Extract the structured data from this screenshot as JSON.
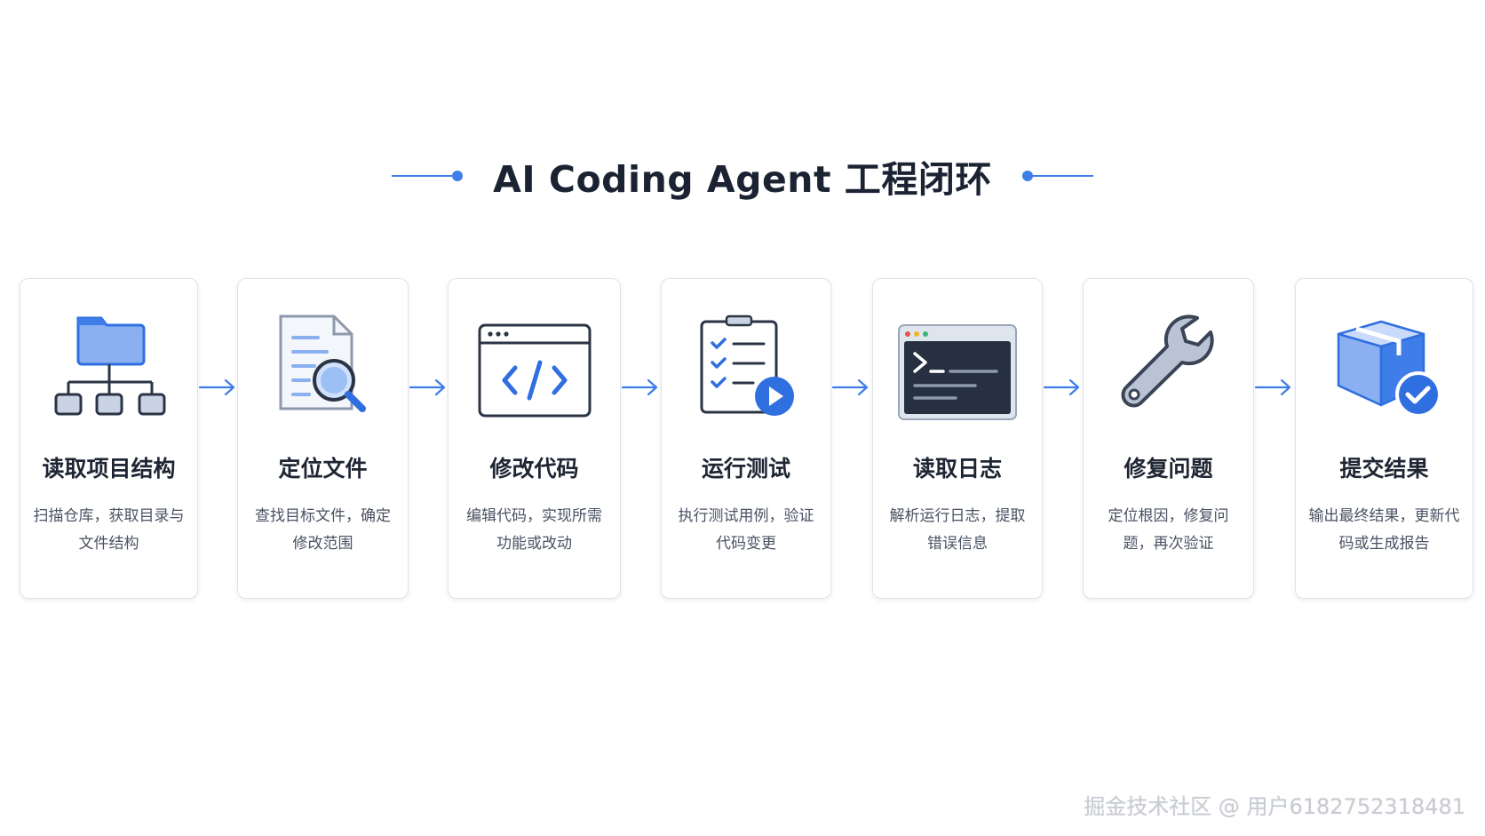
{
  "title": "AI Coding Agent 工程闭环",
  "steps": [
    {
      "title": "读取项目结构",
      "desc": "扫描仓库，获取目录与文件结构",
      "icon": "folder-tree-icon"
    },
    {
      "title": "定位文件",
      "desc": "查找目标文件，确定修改范围",
      "icon": "document-search-icon"
    },
    {
      "title": "修改代码",
      "desc": "编辑代码，实现所需功能或改动",
      "icon": "code-window-icon"
    },
    {
      "title": "运行测试",
      "desc": "执行测试用例，验证代码变更",
      "icon": "checklist-play-icon"
    },
    {
      "title": "读取日志",
      "desc": "解析运行日志，提取错误信息",
      "icon": "terminal-icon"
    },
    {
      "title": "修复问题",
      "desc": "定位根因，修复问题，再次验证",
      "icon": "wrench-icon"
    },
    {
      "title": "提交结果",
      "desc": "输出最终结果，更新代码或生成报告",
      "icon": "package-check-icon"
    }
  ],
  "watermark": "掘金技术社区 @ 用户6182752318481",
  "colors": {
    "accent": "#3f7ee8",
    "title": "#1b2333",
    "icon_dark": "#2b3445"
  }
}
